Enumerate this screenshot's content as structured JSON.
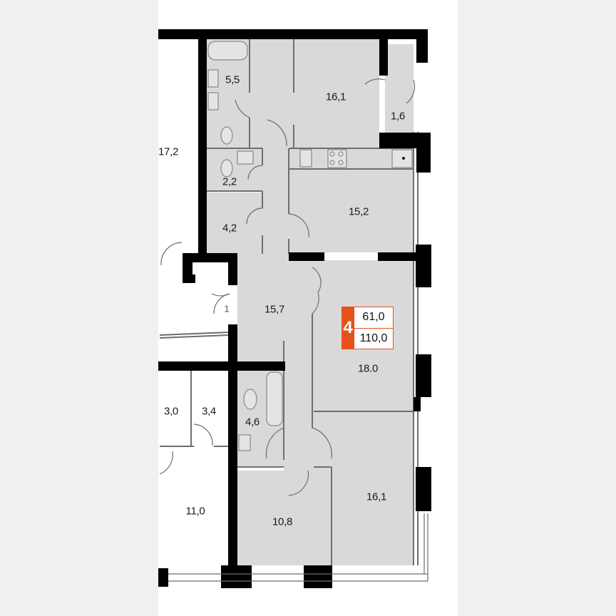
{
  "plan": {
    "colors": {
      "page_background": "#f0f0f0",
      "canvas_background": "#ffffff",
      "room_fill": "#d9d9d9",
      "wall": "#000000",
      "thin_wall": "#6e6e6e",
      "badge_accent": "#e8501a"
    },
    "badge": {
      "rooms_count": "4",
      "living_area": "61,0",
      "total_area": "110,0"
    },
    "rooms": [
      {
        "id": "bathroom-1",
        "label": "5,5"
      },
      {
        "id": "bedroom-top",
        "label": "16,1"
      },
      {
        "id": "balcony-closet",
        "label": "1,6"
      },
      {
        "id": "wc",
        "label": "2,2"
      },
      {
        "id": "storage",
        "label": "4,2"
      },
      {
        "id": "kitchen",
        "label": "15,2"
      },
      {
        "id": "hallway",
        "label": "15,7"
      },
      {
        "id": "living-room",
        "label": "18.0"
      },
      {
        "id": "bathroom-2",
        "label": "4,6"
      },
      {
        "id": "bedroom-bottom-left",
        "label": "10,8"
      },
      {
        "id": "bedroom-bottom-right",
        "label": "16,1"
      }
    ],
    "neighbor_rooms": [
      {
        "id": "neighbor-left-top",
        "label": "17,2"
      },
      {
        "id": "neighbor-small-1",
        "label": "3,0"
      },
      {
        "id": "neighbor-small-2",
        "label": "3,4"
      },
      {
        "id": "neighbor-left-bottom",
        "label": "11,0"
      }
    ],
    "entrance": {
      "label": "1"
    }
  }
}
